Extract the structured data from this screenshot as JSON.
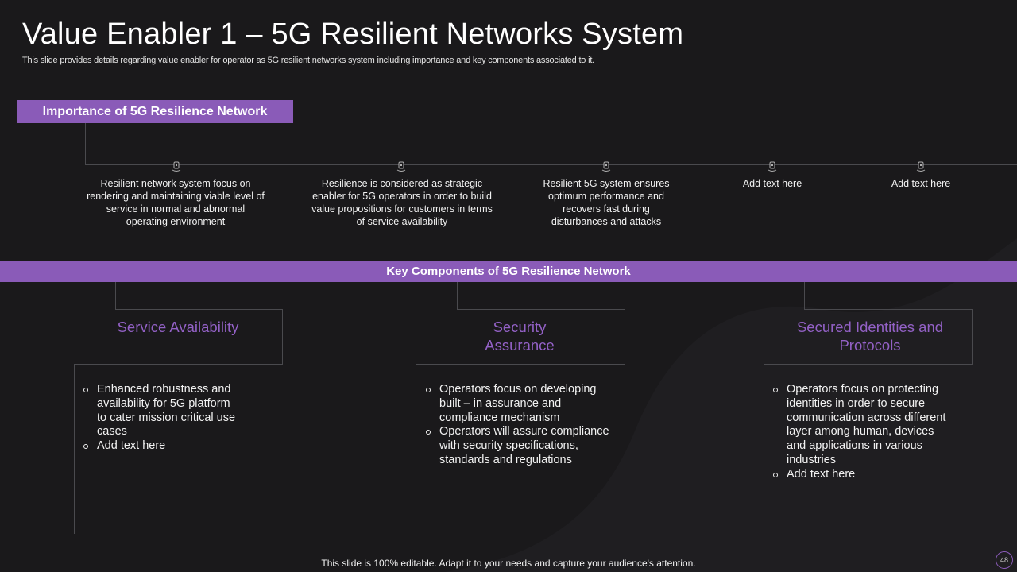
{
  "title": "Value Enabler 1 – 5G Resilient Networks System",
  "subtitle": "This slide provides details regarding value enabler for operator as 5G resilient networks system including importance and key components associated to it.",
  "importance": {
    "header": "Importance of 5G Resilience Network",
    "items": [
      "Resilient network system focus on rendering and maintaining viable level of service in normal and abnormal operating environment",
      "Resilience is considered as strategic enabler for 5G operators in order to build value propositions for customers in terms of service availability",
      "Resilient 5G system ensures optimum performance and recovers fast during disturbances and attacks",
      "Add text here",
      "Add text here"
    ]
  },
  "key_components": {
    "header": "Key Components of 5G Resilience Network",
    "items": [
      {
        "title": "Service Availability",
        "bullets": [
          "Enhanced robustness and availability for 5G platform to cater mission critical use cases",
          "Add text here"
        ]
      },
      {
        "title": "Security Assurance",
        "bullets": [
          "Operators focus on developing built – in assurance and compliance mechanism",
          "Operators will assure compliance with security specifications, standards and regulations"
        ]
      },
      {
        "title": "Secured Identities and Protocols",
        "bullets": [
          "Operators focus on protecting identities in order to secure communication across different layer among human, devices and applications in various industries",
          "Add text here"
        ]
      }
    ]
  },
  "footer": "This slide is 100% editable. Adapt it to your needs and capture your audience's attention.",
  "page_number": "48",
  "colors": {
    "background": "#1a191b",
    "accent": "#8a5bb8",
    "component_title": "#9361c6",
    "line": "#4a4a4e"
  },
  "icons": {
    "timeline_marker": "location-pin-icon"
  }
}
